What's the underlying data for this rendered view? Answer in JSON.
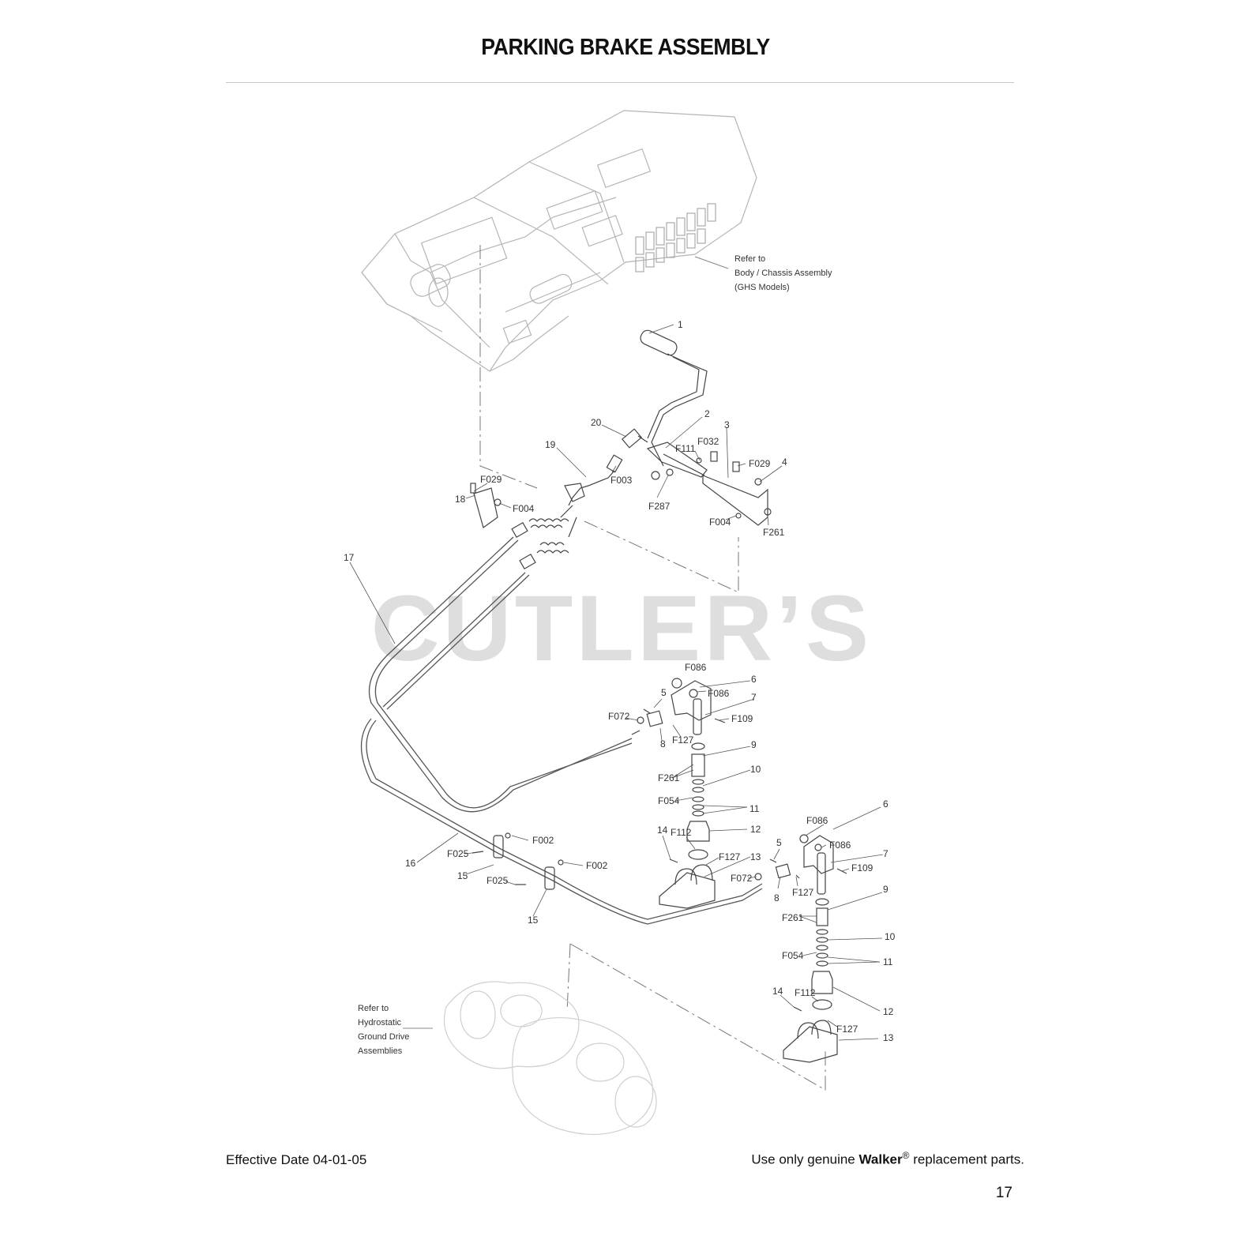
{
  "page": {
    "title": "PARKING BRAKE ASSEMBLY",
    "watermark": "CUTLER’S",
    "footer": {
      "effective_date": "Effective Date 04-01-05",
      "use_prefix": "Use only genuine",
      "brand": "Walker",
      "registered": "®",
      "use_suffix": "replacement parts.",
      "page_number": "17"
    }
  },
  "references": {
    "body": [
      "Refer to",
      "Body / Chassis Assembly",
      "(GHS Models)"
    ],
    "hydro": [
      "Refer to",
      "Hydrostatic",
      "Ground Drive",
      "Assemblies"
    ]
  },
  "callouts": {
    "c1": "1",
    "c2": "2",
    "c3": "3",
    "c4": "4",
    "c20": "20",
    "c19": "19",
    "f032": "F032",
    "f111": "F111",
    "f029a": "F029",
    "f029b": "F029",
    "f003": "F003",
    "f287": "F287",
    "f004a": "F004",
    "f004b": "F004",
    "f261a": "F261",
    "c18": "18",
    "c17": "17",
    "f086a": "F086",
    "f086b": "F086",
    "c6a": "6",
    "c5a": "5",
    "c7a": "7",
    "f072a": "F072",
    "f109a": "F109",
    "c8a": "8",
    "f127a": "F127",
    "c9a": "9",
    "f261b": "F261",
    "c10a": "10",
    "f054a": "F054",
    "c11a": "11",
    "c14a": "14",
    "f112a": "F112",
    "c12a": "12",
    "f127b": "F127",
    "c13a": "13",
    "f002a": "F002",
    "f025a": "F025",
    "c16": "16",
    "c15a": "15",
    "f002b": "F002",
    "f025b": "F025",
    "c15b": "15",
    "f086c": "F086",
    "c6b": "6",
    "f086d": "F086",
    "c5b": "5",
    "c7b": "7",
    "f109b": "F109",
    "f072b": "F072",
    "c8b": "8",
    "f127c": "F127",
    "c9b": "9",
    "f261c": "F261",
    "c10b": "10",
    "f054b": "F054",
    "c11b": "11",
    "c14b": "14",
    "f112b": "F112",
    "c12b": "12",
    "f127d": "F127",
    "c13b": "13"
  }
}
